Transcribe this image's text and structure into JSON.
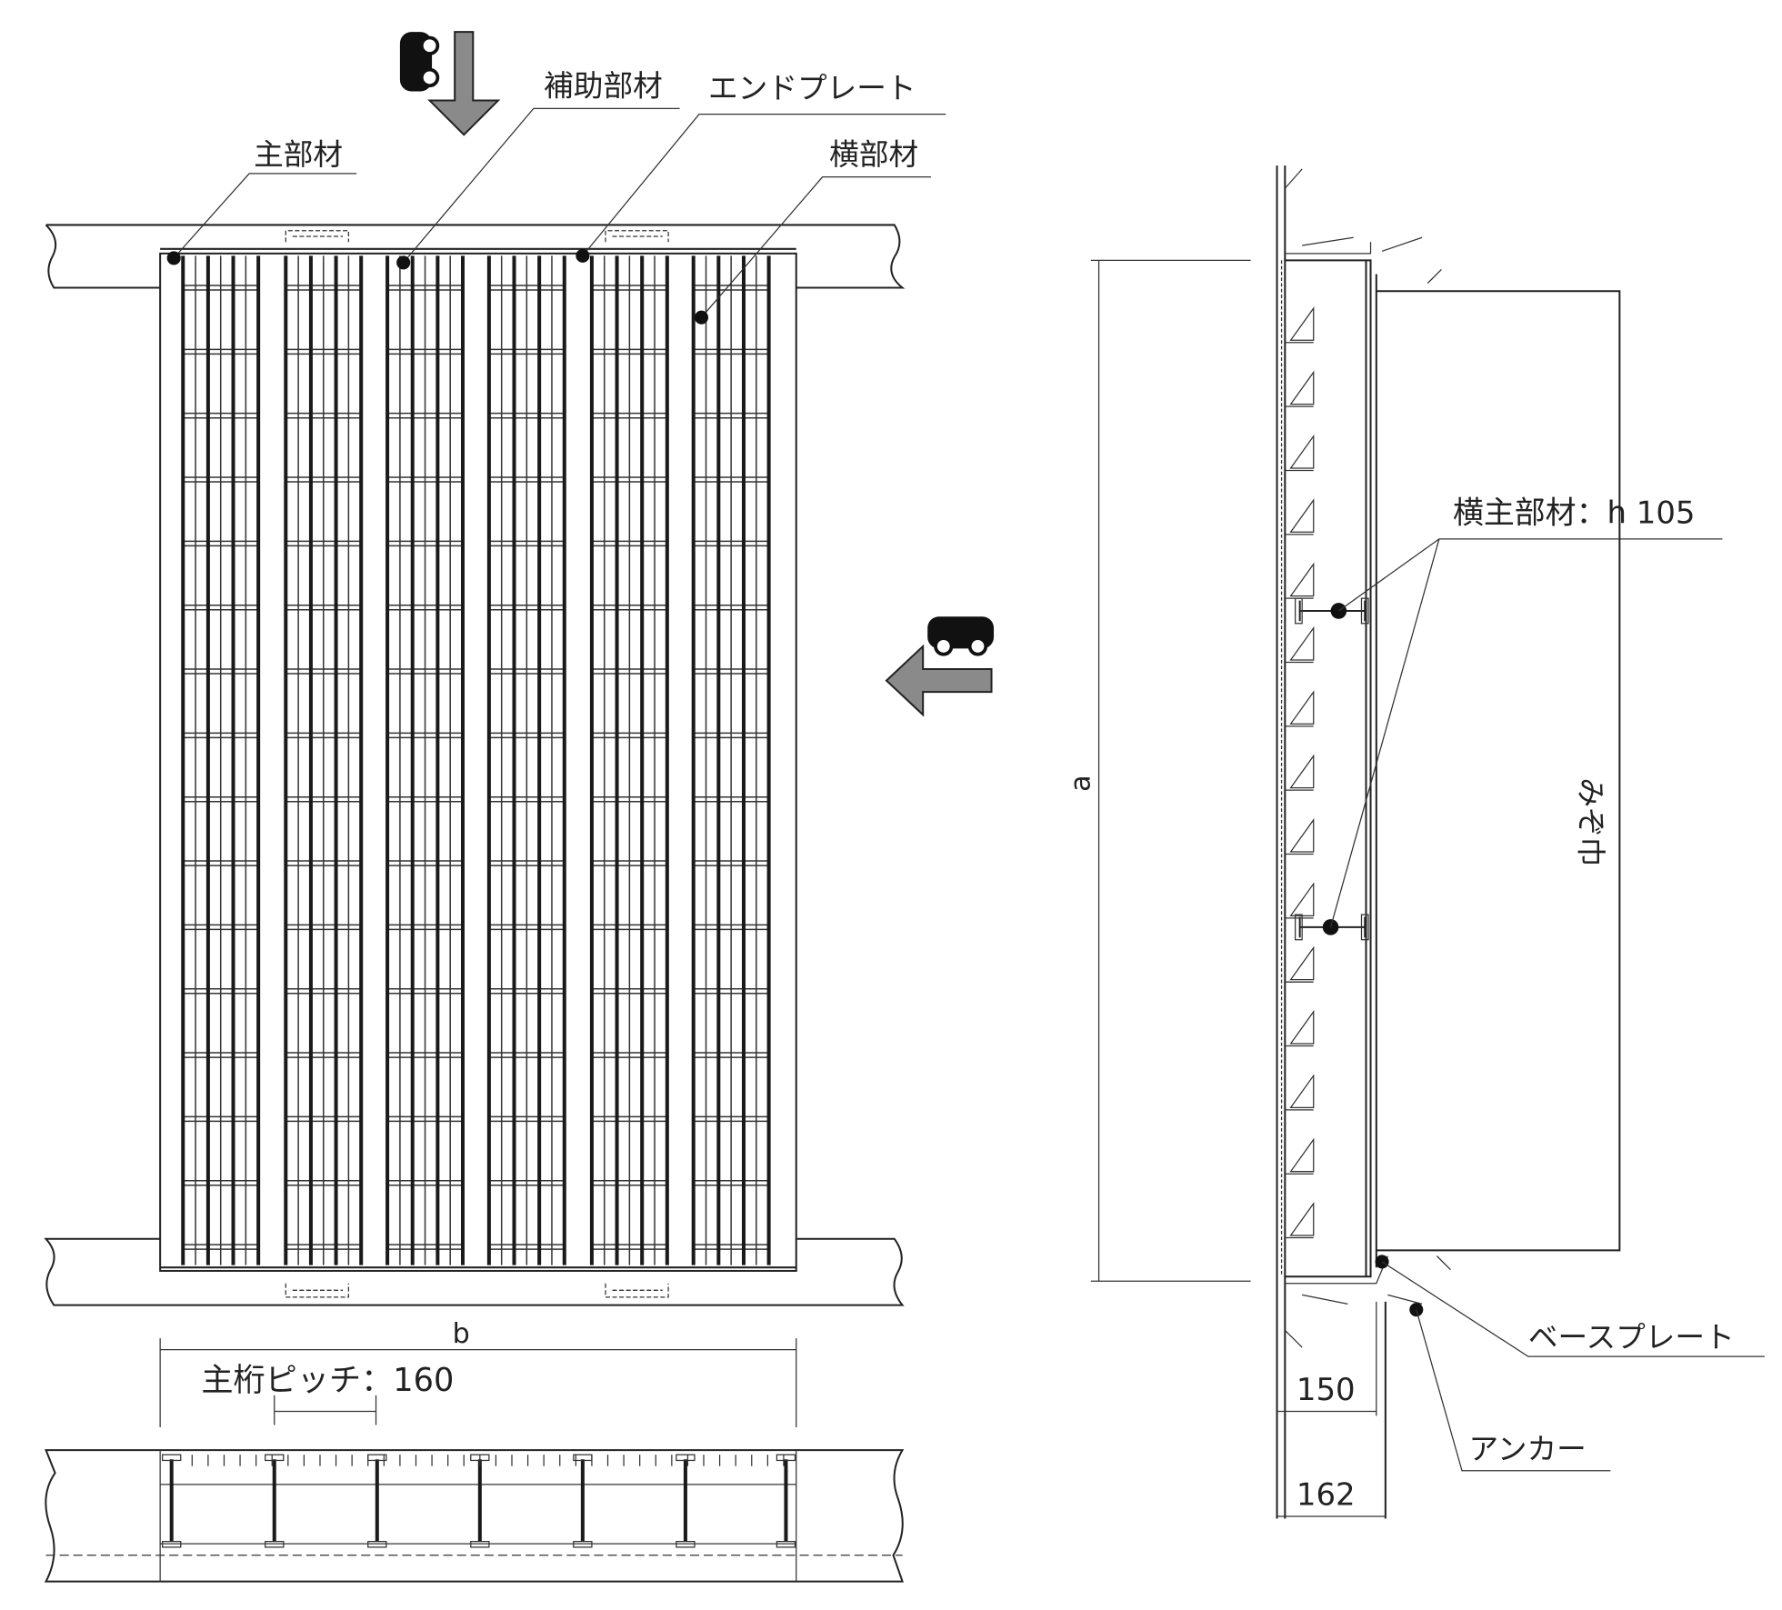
{
  "labels": {
    "main_member": "主部材",
    "auxiliary_member": "補助部材",
    "end_plate": "エンドプレート",
    "cross_member": "横部材",
    "transverse_main_member": "横主部材：h 105",
    "dim_a": "a",
    "groove_width": "みぞ巾",
    "base_plate": "ベースプレート",
    "anchor": "アンカー",
    "dim_b": "b",
    "main_girder_pitch": "主桁ピッチ：160",
    "dim_150": "150",
    "dim_162": "162"
  },
  "icons": {
    "traffic_down": "car-with-down-arrow-icon",
    "traffic_left": "car-with-left-arrow-icon"
  },
  "colors": {
    "line": "#222222",
    "arrow_fill": "#8a8a8a"
  }
}
